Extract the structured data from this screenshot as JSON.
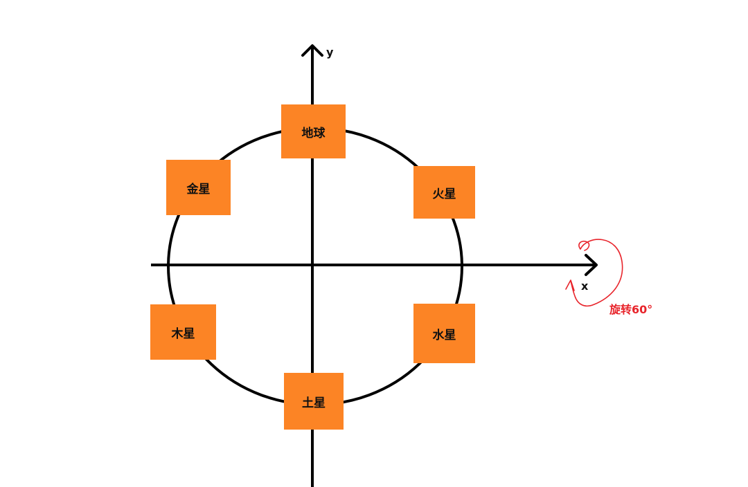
{
  "colors": {
    "box_fill": "#fc8425",
    "line": "#000000",
    "annotation": "#e8242b"
  },
  "axes": {
    "x_label": "x",
    "y_label": "y"
  },
  "planets": {
    "earth": "地球",
    "mars": "火星",
    "mercury": "水星",
    "saturn": "土星",
    "jupiter": "木星",
    "venus": "金星"
  },
  "annotation": {
    "rotation_label": "旋转60°",
    "icon": "rotation-arrow-icon"
  }
}
